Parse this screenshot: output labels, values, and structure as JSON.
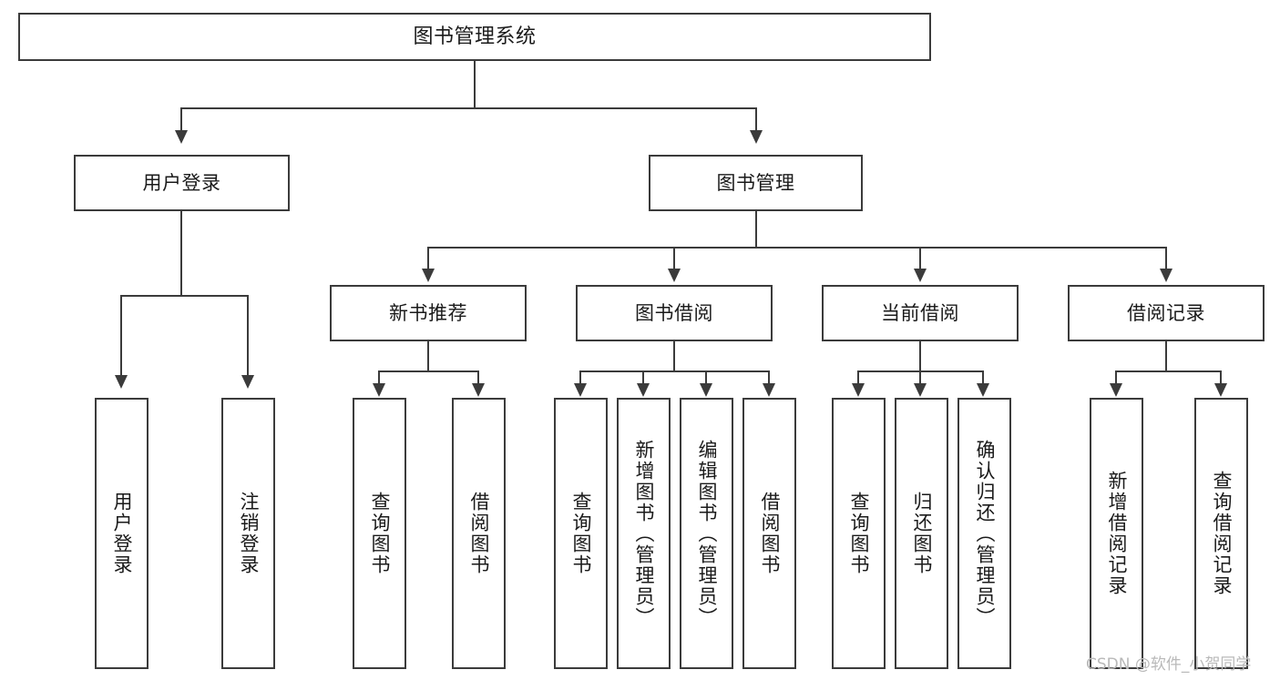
{
  "diagram": {
    "title_node": {
      "label": "图书管理系统"
    },
    "level2": [
      {
        "id": "user-login",
        "label": "用户登录"
      },
      {
        "id": "book-management",
        "label": "图书管理"
      }
    ],
    "level3": [
      {
        "id": "new-book-recommend",
        "label": "新书推荐"
      },
      {
        "id": "book-borrow",
        "label": "图书借阅"
      },
      {
        "id": "current-borrow",
        "label": "当前借阅"
      },
      {
        "id": "borrow-record",
        "label": "借阅记录"
      }
    ],
    "leaves": {
      "user_login": [
        {
          "id": "leaf-user-login",
          "label": "用户登录"
        },
        {
          "id": "leaf-logout",
          "label": "注销登录"
        }
      ],
      "new_book_recommend": [
        {
          "id": "leaf-query-book-1",
          "label": "查询图书"
        },
        {
          "id": "leaf-borrow-book-1",
          "label": "借阅图书"
        }
      ],
      "book_borrow": [
        {
          "id": "leaf-query-book-2",
          "label": "查询图书"
        },
        {
          "id": "leaf-add-book",
          "label": "新增图书（管理员）"
        },
        {
          "id": "leaf-edit-book",
          "label": "编辑图书（管理员）"
        },
        {
          "id": "leaf-borrow-book-2",
          "label": "借阅图书"
        }
      ],
      "current_borrow": [
        {
          "id": "leaf-query-book-3",
          "label": "查询图书"
        },
        {
          "id": "leaf-return-book",
          "label": "归还图书"
        },
        {
          "id": "leaf-confirm-return",
          "label": "确认归还（管理员）"
        }
      ],
      "borrow_record": [
        {
          "id": "leaf-add-record",
          "label": "新增借阅记录"
        },
        {
          "id": "leaf-query-record",
          "label": "查询借阅记录"
        }
      ]
    }
  },
  "watermark": {
    "text": "CSDN @软件_小贺同学"
  },
  "colors": {
    "stroke": "#3b3b3b",
    "text": "#1a1a1a",
    "background": "#ffffff",
    "watermark": "#b9b9b9"
  }
}
